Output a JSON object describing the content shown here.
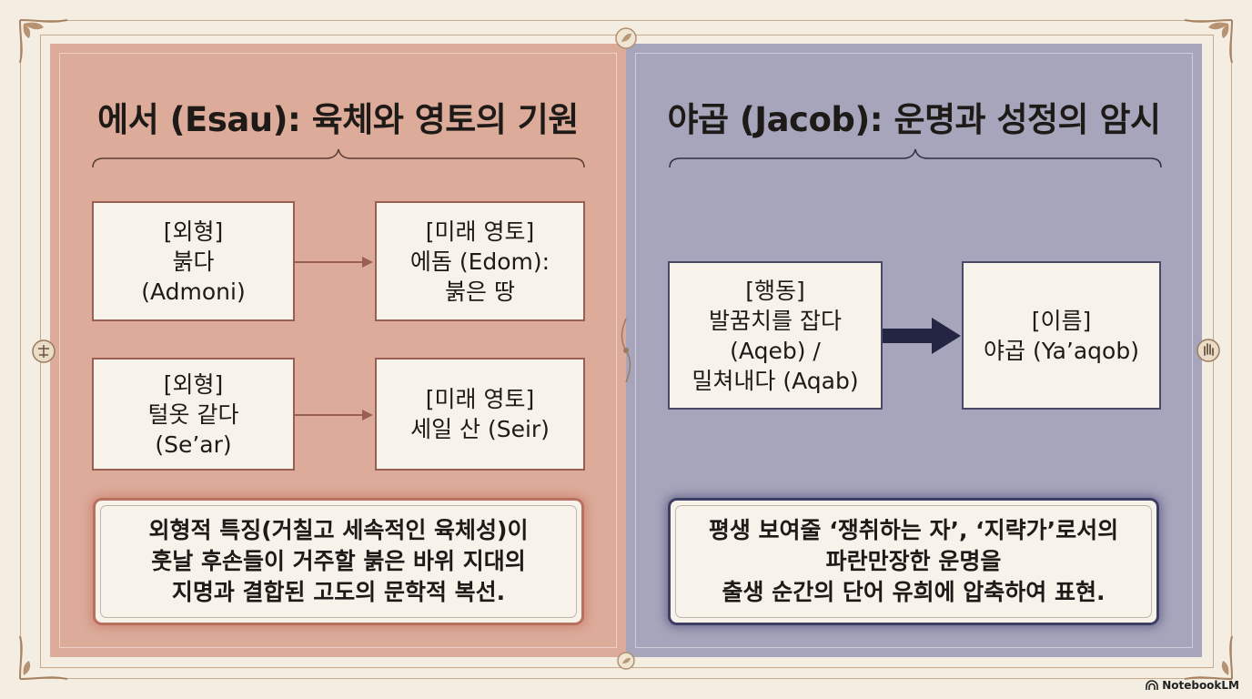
{
  "left": {
    "title": "에서 (Esau): 육체와 영토의 기원",
    "rows": [
      {
        "from": [
          "[외형]",
          "붉다",
          "(Admoni)"
        ],
        "to": [
          "[미래 영토]",
          "에돔 (Edom):",
          "붉은 땅"
        ]
      },
      {
        "from": [
          "[외형]",
          "털옷 같다",
          "(Se’ar)"
        ],
        "to": [
          "[미래 영토]",
          "세일 산 (Seir)"
        ]
      }
    ],
    "note": [
      "외형적 특징(거칠고 세속적인 육체성)이",
      "훗날 후손들이 거주할 붉은 바위 지대의",
      "지명과 결합된 고도의 문학적 복선."
    ]
  },
  "right": {
    "title": "야곱 (Jacob): 운명과 성정의 암시",
    "from": [
      "[행동]",
      "발꿈치를 잡다",
      "(Aqeb) /",
      "밀쳐내다 (Aqab)"
    ],
    "to": [
      "[이름]",
      "야곱 (Ya’aqob)"
    ],
    "note": [
      "평생 보여줄 ‘쟁취하는 자’, ‘지략가’로서의",
      "파란만장한 운명을",
      "출생 순간의 단어 유희에 압축하여 표현."
    ]
  },
  "brand": "NotebookLM",
  "colors": {
    "left_panel": "#dcab9a",
    "right_panel": "#a6a5bb",
    "left_arrow": "#9a5f52",
    "right_arrow": "#242443",
    "background": "#f3ede2"
  }
}
